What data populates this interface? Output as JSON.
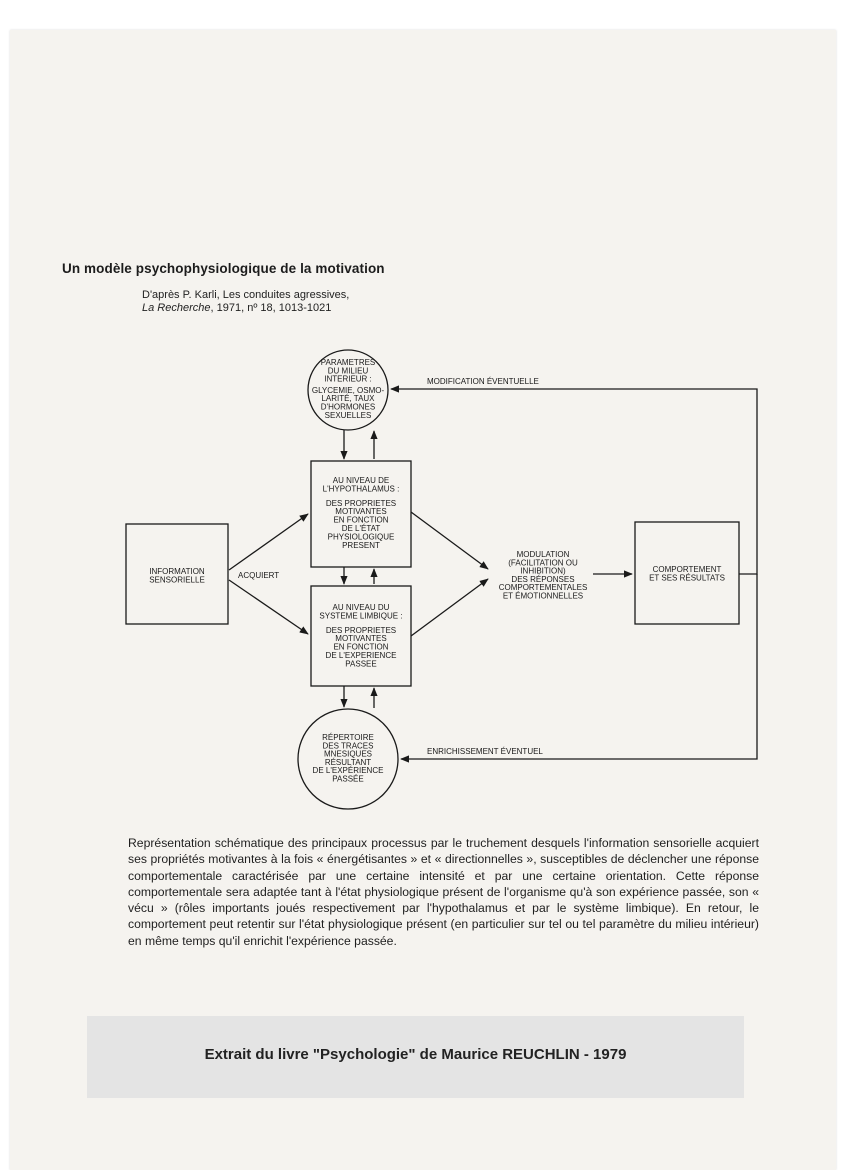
{
  "title": "Un modèle psychophysiologique de la motivation",
  "source": {
    "line1": "D'après P. Karli, Les conduites agressives,",
    "journal": "La Recherche",
    "line2_rest": ", 1971, nº 18, 1013-1021"
  },
  "diagram": {
    "milieu_interieur": [
      "PARAMETRES",
      "DU MILIEU",
      "INTERIEUR :",
      "GLYCEMIE, OSMO-",
      "LARITÉ, TAUX",
      "D'HORMONES",
      "SEXUELLES"
    ],
    "hypothalamus": [
      "AU NIVEAU DE",
      "L'HYPOTHALAMUS :",
      "DES PROPRIETES",
      "MOTIVANTES",
      "EN FONCTION",
      "DE L'ÉTAT",
      "PHYSIOLOGIQUE",
      "PRESENT"
    ],
    "systeme_limbique": [
      "AU NIVEAU DU",
      "SYSTEME LIMBIQUE :",
      "DES PROPRIETES",
      "MOTIVANTES",
      "EN FONCTION",
      "DE L'EXPERIENCE",
      "PASSEE"
    ],
    "repertoire": [
      "RÉPERTOIRE",
      "DES TRACES",
      "MNESIQUES",
      "RÉSULTANT",
      "DE L'EXPÉRIENCE",
      "PASSÉE"
    ],
    "information": [
      "INFORMATION",
      "SENSORIELLE"
    ],
    "acquiert": "ACQUIERT",
    "modulation": [
      "MODULATION",
      "(FACILITATION OU",
      "INHIBITION)",
      "DES RÉPONSES",
      "COMPORTEMENTALES",
      "ET ÉMOTIONNELLES"
    ],
    "comportement": [
      "COMPORTEMENT",
      "ET SES RÉSULTATS"
    ],
    "modification": "MODIFICATION ÉVENTUELLE",
    "enrichissement": "ENRICHISSEMENT ÉVENTUEL"
  },
  "description": "Représentation schématique des principaux processus par le truchement desquels l'information sensorielle acquiert ses propriétés motivantes à la fois « énergétisantes » et « directionnelles », susceptibles de déclencher une réponse comportementale caractérisée par une certaine intensité et par une certaine orientation. Cette réponse comportementale sera adaptée tant à l'état physiologique présent de l'organisme qu'à son expérience passée, son « vécu » (rôles importants joués respectivement par l'hypothalamus et par le système limbique). En retour, le comportement peut retentir sur l'état physiologique présent (en particulier sur tel ou tel paramètre du milieu intérieur) en même temps qu'il enrichit l'expérience passée.",
  "footer": "Extrait du livre \"Psychologie\" de Maurice REUCHLIN - 1979"
}
